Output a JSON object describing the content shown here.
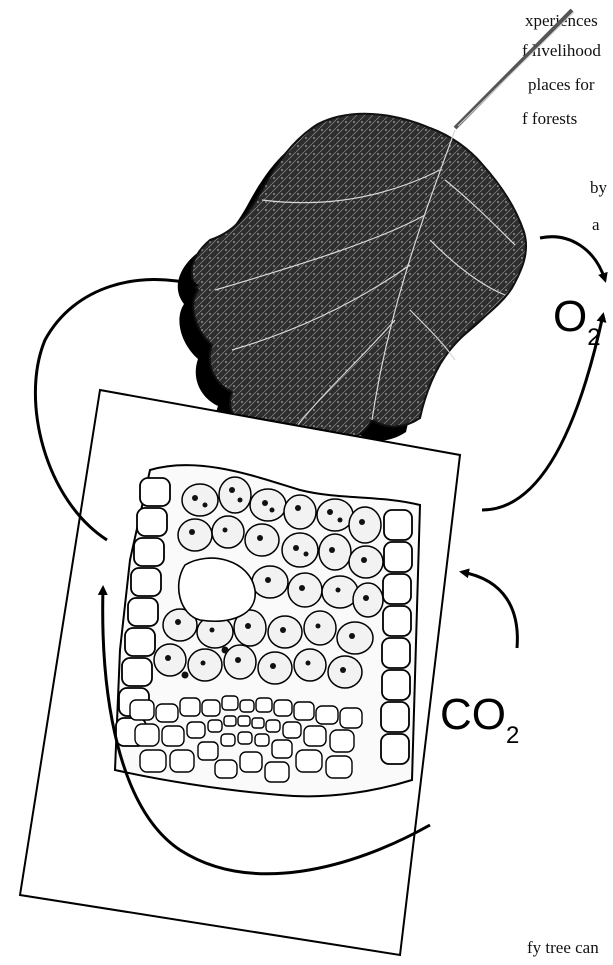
{
  "text_fragments": {
    "line1": "xperiences",
    "line2": "f livelihood",
    "line3": "places for",
    "line4": "f forests",
    "line5": "by",
    "line6": "a",
    "bottom": "fy tree can"
  },
  "labels": {
    "oxygen_main": "O",
    "oxygen_sub": "2",
    "carbon_main": "CO",
    "carbon_sub": "2"
  },
  "colors": {
    "ink": "#000000",
    "leaf_dark": "#1f1f1f",
    "leaf_mid": "#3a3a3a",
    "paper": "#ffffff"
  }
}
